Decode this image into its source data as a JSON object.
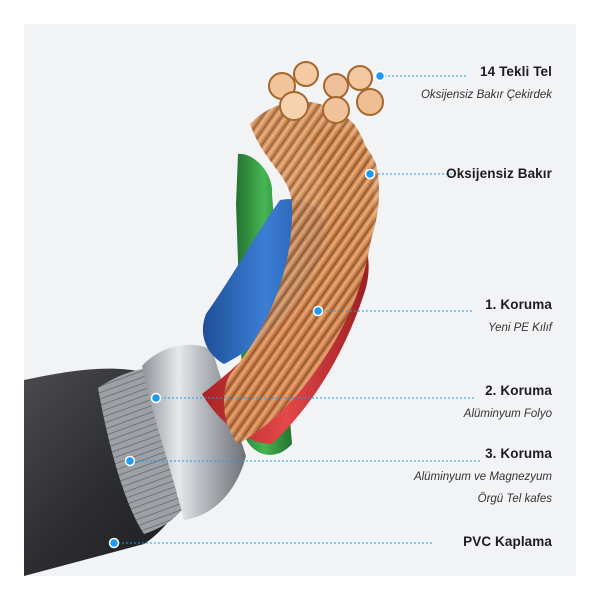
{
  "labels": [
    {
      "title": "14 Tekli Tel",
      "subtitle": [
        "Oksijensiz Bakır Çekirdek"
      ]
    },
    {
      "title": "Oksijensiz Bakır",
      "subtitle": []
    },
    {
      "title": "1. Koruma",
      "subtitle": [
        "Yeni PE Kılıf"
      ]
    },
    {
      "title": "2. Koruma",
      "subtitle": [
        "Alüminyum Folyo"
      ]
    },
    {
      "title": "3. Koruma",
      "subtitle": [
        "Alüminyum ve Magnezyum",
        "Örgü Tel kafes"
      ]
    },
    {
      "title": "PVC Kaplama",
      "subtitle": []
    }
  ],
  "colors": {
    "background": "#f2f3f5",
    "callout": "#1e9bf0",
    "jacket": "#2c2d30",
    "copper": "#d48a55",
    "wire_blue": "#2f6fc4",
    "wire_red": "#d4393a",
    "wire_green": "#3a9d45",
    "shield_metal": "#b9bcc1"
  },
  "icons": [
    "callout-dot-icon"
  ]
}
